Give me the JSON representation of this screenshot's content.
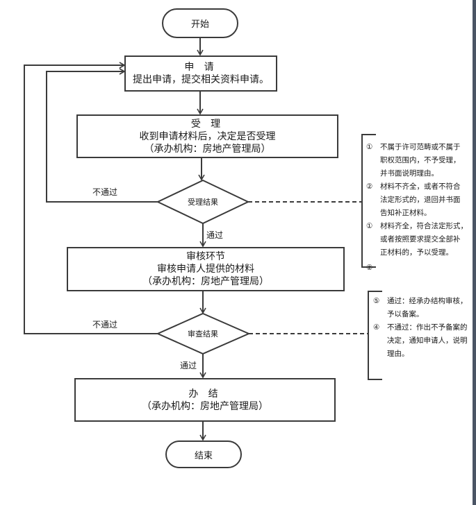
{
  "flowchart": {
    "start": {
      "label": "开始"
    },
    "end": {
      "label": "结束"
    },
    "steps": [
      {
        "title": "申 请",
        "lines": [
          "提出申请，提交相关资料申请。"
        ]
      },
      {
        "title": "受 理",
        "lines": [
          "收到申请材料后，决定是否受理",
          "（承办机构：房地产管理局）"
        ]
      },
      {
        "title": "审核环节",
        "lines": [
          "审核申请人提供的材料",
          "（承办机构：房地产管理局）"
        ]
      },
      {
        "title": "办 结",
        "lines": [
          "（承办机构：房地产管理局）"
        ]
      }
    ],
    "decisions": [
      {
        "label": "受理结果",
        "pass_label": "通过",
        "fail_label": "不通过"
      },
      {
        "label": "审查结果",
        "pass_label": "通过",
        "fail_label": "不通过"
      }
    ],
    "notes": [
      {
        "items": [
          {
            "num": "①",
            "text": "不属于许可范畴或不属于\n职权范围内，不予受理，\n并书面说明理由。"
          },
          {
            "num": "②",
            "text": "材料不齐全，或者不符合\n法定形式的，退回并书面\n告知补正材料。"
          },
          {
            "num": "①",
            "text": "材料齐全，符合法定形式，\n或者按照要求提交全部补\n正材料的，予以受理。"
          },
          {
            "num": "②",
            "text": ""
          }
        ]
      },
      {
        "items": [
          {
            "num": "⑤",
            "text": "通过：经承办结构审核，\n予以备案。"
          },
          {
            "num": "④",
            "text": "不通过：作出不予备案的\n决定，通知申请人，说明\n理由。"
          }
        ]
      }
    ]
  },
  "colors": {
    "stroke": "#3a3a3a",
    "frame_right": "#4b5565"
  }
}
